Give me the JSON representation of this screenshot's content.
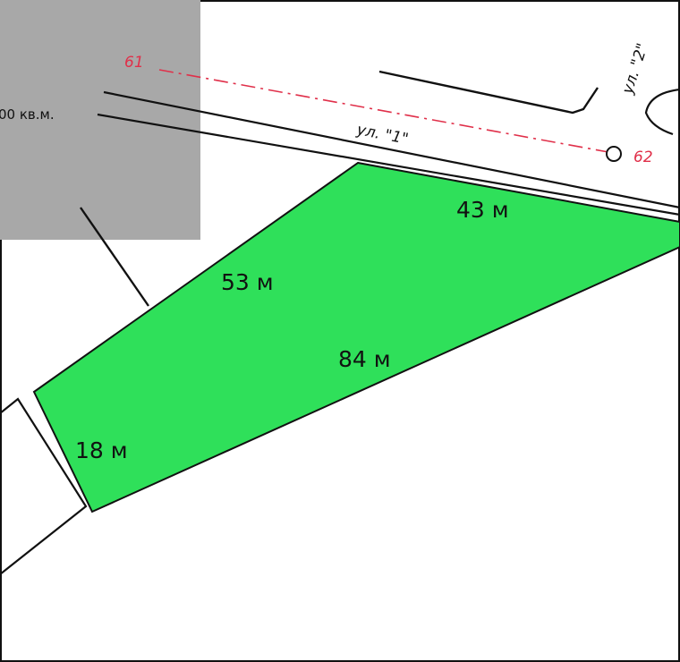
{
  "map": {
    "area_label": "00 кв.м.",
    "street_1": "ул. \"1\"",
    "street_2": "ул. \"2\"",
    "point_61": "61",
    "point_62": "62",
    "sides": {
      "top": "43 м",
      "left": "53 м",
      "bottom": "84 м",
      "short": "18 м"
    }
  },
  "colors": {
    "parcel_fill": "#2fe05a",
    "shaded_block": "#a8a8a8",
    "red_line": "#e0304a",
    "lines": "#111111"
  }
}
